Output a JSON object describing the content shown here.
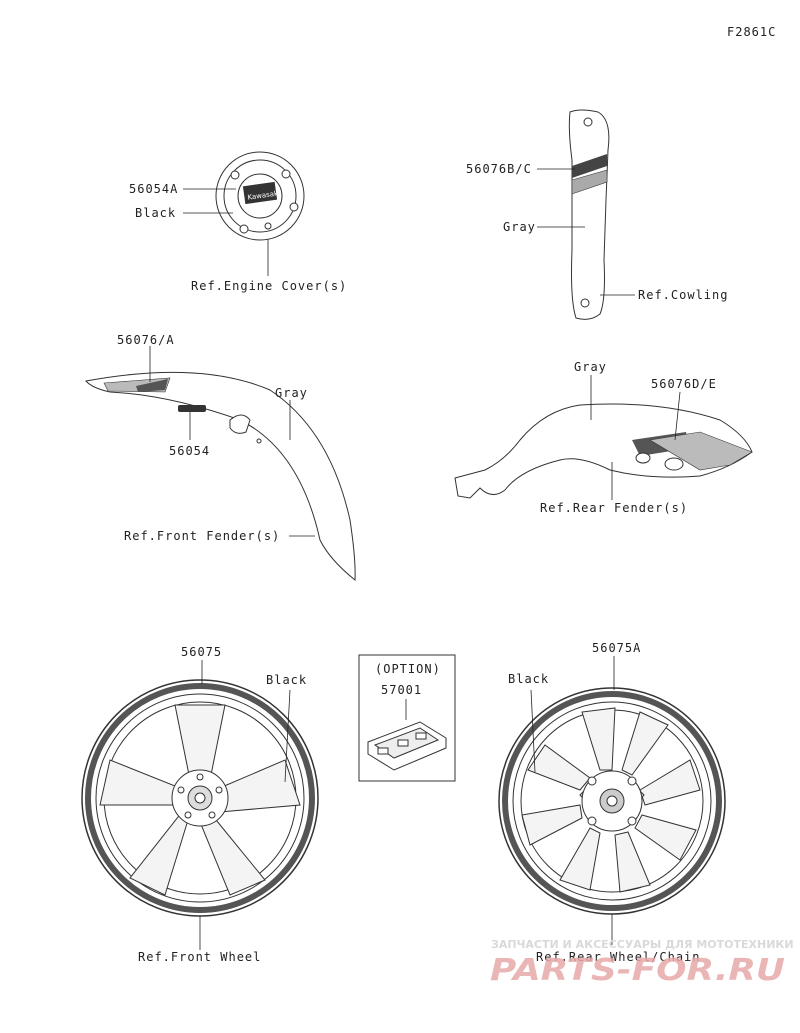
{
  "figure_code": "F2861C",
  "engine_cover": {
    "part_number": "56054A",
    "color": "Black",
    "ref": "Ref.Engine Cover(s)",
    "logo_text": "Kawasaki"
  },
  "cowling": {
    "part_number": "56076B/C",
    "color": "Gray",
    "ref": "Ref.Cowling"
  },
  "front_fender": {
    "part_number": "56076/A",
    "emblem_part_number": "56054",
    "color": "Gray",
    "ref": "Ref.Front Fender(s)"
  },
  "rear_fender": {
    "part_number": "56076D/E",
    "color": "Gray",
    "ref": "Ref.Rear Fender(s)"
  },
  "front_wheel": {
    "part_number": "56075",
    "color": "Black",
    "ref": "Ref.Front Wheel"
  },
  "option": {
    "title": "(OPTION)",
    "part_number": "57001"
  },
  "rear_wheel": {
    "part_number": "56075A",
    "color": "Black",
    "ref": "Ref.Rear Wheel/Chain"
  },
  "watermark": {
    "caption": "ЗАПЧАСТИ И АКСЕССУАРЫ ДЛЯ МОТОТЕХНИКИ",
    "site": "PARTS-FOR.RU"
  }
}
